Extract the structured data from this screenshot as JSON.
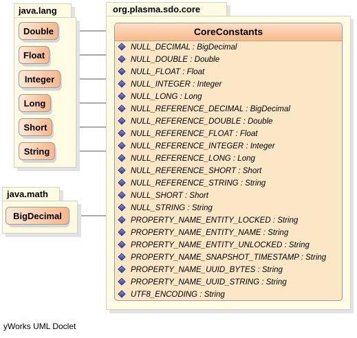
{
  "packages": {
    "java_lang": {
      "name": "java.lang",
      "classes": [
        "Double",
        "Float",
        "Integer",
        "Long",
        "Short",
        "String"
      ]
    },
    "java_math": {
      "name": "java.math",
      "classes": [
        "BigDecimal"
      ]
    },
    "sdo_core": {
      "name": "org.plasma.sdo.core"
    }
  },
  "core_class": {
    "name": "CoreConstants",
    "attributes": [
      "NULL_DECIMAL : BigDecimal",
      "NULL_DOUBLE : Double",
      "NULL_FLOAT : Float",
      "NULL_INTEGER : Integer",
      "NULL_LONG : Long",
      "NULL_REFERENCE_DECIMAL : BigDecimal",
      "NULL_REFERENCE_DOUBLE : Double",
      "NULL_REFERENCE_FLOAT : Float",
      "NULL_REFERENCE_INTEGER : Integer",
      "NULL_REFERENCE_LONG : Long",
      "NULL_REFERENCE_SHORT : Short",
      "NULL_REFERENCE_STRING : String",
      "NULL_SHORT : Short",
      "NULL_STRING : String",
      "PROPERTY_NAME_ENTITY_LOCKED : String",
      "PROPERTY_NAME_ENTITY_NAME : String",
      "PROPERTY_NAME_ENTITY_UNLOCKED : String",
      "PROPERTY_NAME_SNAPSHOT_TIMESTAMP : String",
      "PROPERTY_NAME_UUID_BYTES : String",
      "PROPERTY_NAME_UUID_STRING : String",
      "UTF8_ENCODING : String"
    ]
  },
  "footer": "yWorks UML Doclet",
  "colors": {
    "package_fill": "#fdfbe2",
    "class_gradient_light": "#fce9d6",
    "class_gradient_dark": "#f6b78a",
    "icon": "#2b3a9a"
  }
}
